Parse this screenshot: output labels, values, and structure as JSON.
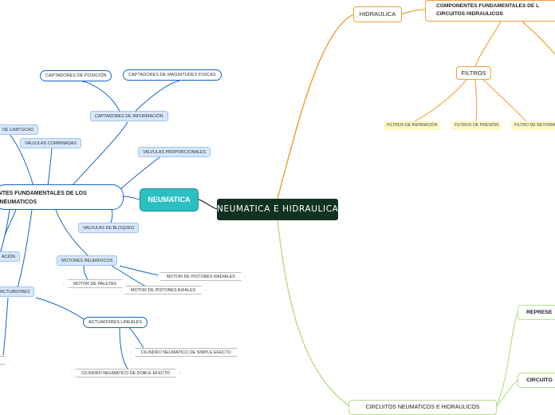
{
  "central": "NEUMATICA E HIDRAULICA",
  "neumatica": {
    "label": "NEUMATICA",
    "components_line1": "ENTES FUNDAMENTALES DE LOS",
    "components_line2": "S NEUMATICOS",
    "captadores_info": "CAPTADORES DE INFORMACIÓN",
    "captadores_posicion": "CAPTADORES DE POSICIÓN",
    "captadores_magnitudes": "CAPTADORES DE MAGNITUDES FISICAS",
    "valvulas_cartucho": "DE CARTUCHO",
    "valvulas_combinadas": "VALVULAS COMBINADAS",
    "valvulas_proporcionales": "VALVULAS PROPORCIONALES",
    "valvulas_bloqueo": "VALVULAS DE BLOQUEO",
    "aci_fragment": "ACIÓN",
    "motores": "MOTORES NEUMATICOS",
    "motor_paletas": "MOTOR DE PALETAS",
    "motor_radiales": "MOTOR DE PISTONES RADIALES",
    "motor_axiales": "MOTOR DE PISTONES AXIALES",
    "actuadores": "ACTUADORES",
    "actuadores_lineales": "ACTUADORES LINEALES",
    "cilindro_simple": "CILINDRO NEUMATICO DE SIMPLE EFECTO",
    "cilindro_doble": "CILINDRO NEUMATICO DE DOBLE EFECTO"
  },
  "hidraulica": {
    "label": "HIDRAULICA",
    "components_line1": "COMPONENTES FUNDAMENTALES DE L",
    "components_line2": "CIRCUITOS HIDRAULICOS",
    "filtros": "FILTROS",
    "filtro_aspiracion": "FILTROS DE ASPIRACIÓN",
    "filtro_presion": "FILTROS DE PRESIÓN",
    "filtro_retorno": "FILTRO DE RETORNO"
  },
  "circuitos": {
    "label": "CIRCUITOS NEUMATICOS E HIDRAULICOS",
    "represe": "REPRESE",
    "circuito": "CIRCUITO"
  },
  "colors": {
    "central_bg": "#0f3320",
    "neumatica_bg": "#2bbfc4",
    "neumatica_links": "#1565c0",
    "hidraulica_links": "#f0a23a",
    "circuitos_links": "#b7e08a"
  }
}
